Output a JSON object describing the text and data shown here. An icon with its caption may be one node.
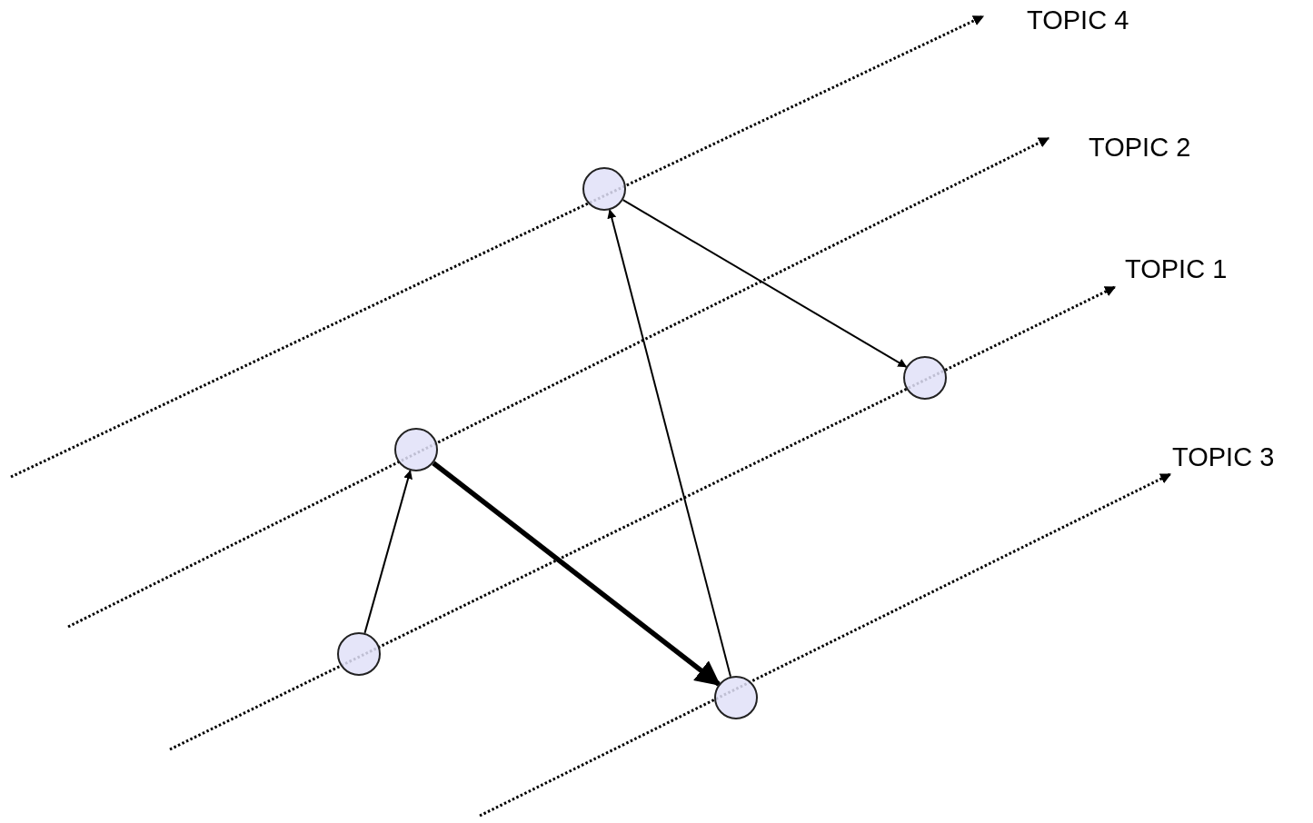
{
  "diagram": {
    "nodes": [
      {
        "text": [
          "TOPIC 4"
        ]
      },
      {
        "text": [
          "TOPIC 2"
        ]
      },
      {
        "text": [
          "TOPIC 1"
        ]
      },
      {
        "text": [
          "TOPIC 3"
        ]
      },
      {
        "text": [],
        "shape": "circle"
      },
      {
        "text": [],
        "shape": "circle"
      },
      {
        "text": [],
        "shape": "circle"
      },
      {
        "text": [],
        "shape": "circle"
      },
      {
        "text": [],
        "shape": "circle"
      }
    ],
    "edges": [
      {
        "from": null,
        "to": 0,
        "arrow": "to",
        "style": "dashed"
      },
      {
        "from": null,
        "to": 1,
        "arrow": "to",
        "style": "dashed"
      },
      {
        "from": null,
        "to": 2,
        "arrow": "to",
        "style": "dashed"
      },
      {
        "from": null,
        "to": 3,
        "arrow": "to",
        "style": "dashed"
      },
      {
        "from": 7,
        "to": 6,
        "arrow": "to"
      },
      {
        "from": 6,
        "to": 8,
        "arrow": "to",
        "style": "thick"
      },
      {
        "from": 8,
        "to": 4,
        "arrow": "to"
      },
      {
        "from": 4,
        "to": 5,
        "arrow": "to"
      }
    ]
  }
}
